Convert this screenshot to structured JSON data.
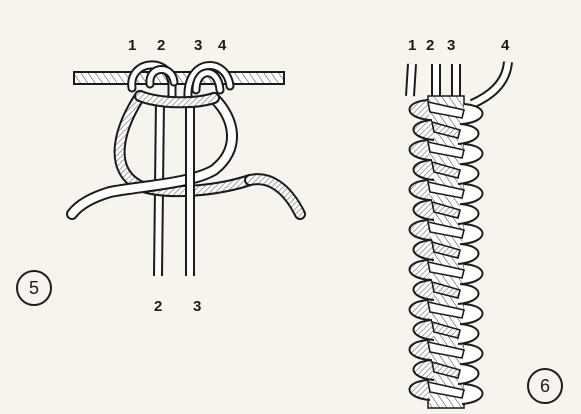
{
  "figure5": {
    "number": "5",
    "top_labels": [
      "1",
      "2",
      "3",
      "4"
    ],
    "bottom_labels": [
      "2",
      "3"
    ]
  },
  "figure6": {
    "number": "6",
    "top_labels": [
      "1",
      "2",
      "3",
      "4"
    ]
  },
  "colors": {
    "ink": "#1b1b1b",
    "paper": "#f7f4ee",
    "cord_fill": "#ffffff",
    "hatch": "#9a9a9a"
  }
}
